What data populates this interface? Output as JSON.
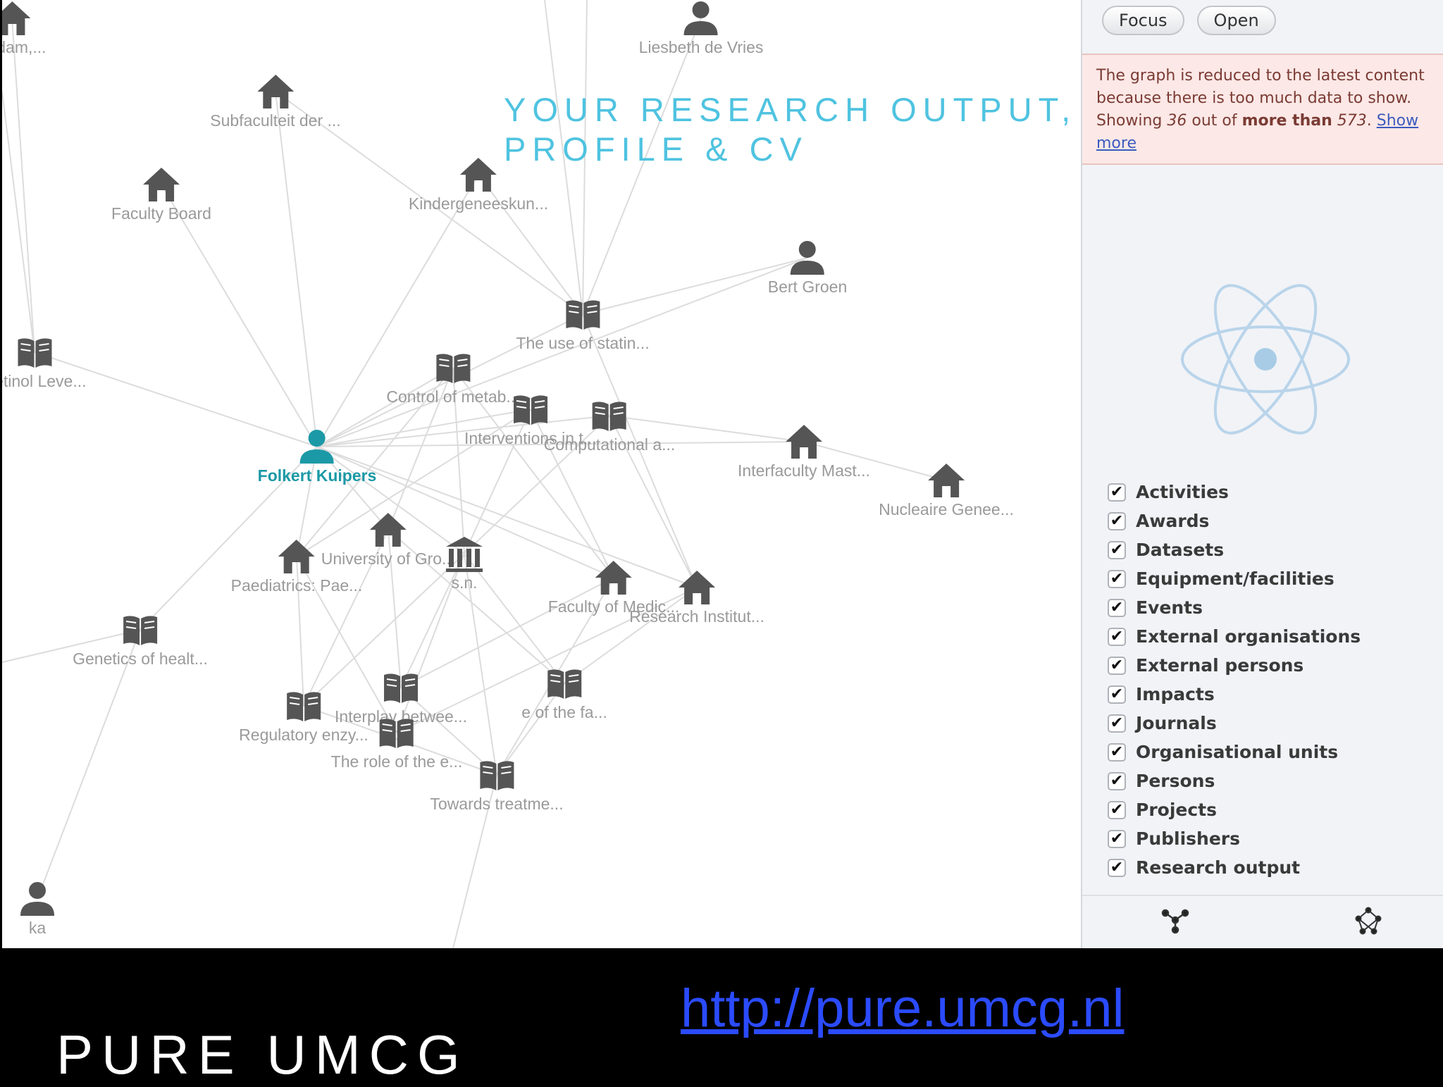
{
  "slide": {
    "title": "YOUR RESEARCH OUTPUT,\nPROFILE & CV",
    "footer_title": "PURE UMCG",
    "footer_link": "http://pure.umcg.nl"
  },
  "panel": {
    "focus_label": "Focus",
    "open_label": "Open",
    "notice": {
      "text_1": "The graph is reduced to the latest content because there is too much data to show. Showing ",
      "shown_count": "36",
      "text_2": " out of ",
      "more_than": "more than",
      "text_3": " ",
      "total_count": "573",
      "text_4": ". ",
      "show_more": "Show more"
    },
    "filters": [
      {
        "label": "Activities",
        "checked": true
      },
      {
        "label": "Awards",
        "checked": true
      },
      {
        "label": "Datasets",
        "checked": true
      },
      {
        "label": "Equipment/facilities",
        "checked": true
      },
      {
        "label": "Events",
        "checked": true
      },
      {
        "label": "External organisations",
        "checked": true
      },
      {
        "label": "External persons",
        "checked": true
      },
      {
        "label": "Impacts",
        "checked": true
      },
      {
        "label": "Journals",
        "checked": true
      },
      {
        "label": "Organisational units",
        "checked": true
      },
      {
        "label": "Persons",
        "checked": true
      },
      {
        "label": "Projects",
        "checked": true
      },
      {
        "label": "Publishers",
        "checked": true
      },
      {
        "label": "Research output",
        "checked": true
      }
    ],
    "check_glyph": "✔"
  },
  "graph": {
    "colors": {
      "edge": "#dcdcdc",
      "node": "#555555",
      "focus": "#1b99a6",
      "accent": "#4fc3e0"
    },
    "nodes": [
      {
        "label": "Folkert Kuipers",
        "kind": "person",
        "focus": true
      },
      {
        "label": "Liesbeth de Vries",
        "kind": "person"
      },
      {
        "label": "Bert Groen",
        "kind": "person"
      },
      {
        "label": "Subfaculteit der ...",
        "kind": "org"
      },
      {
        "label": "Faculty Board",
        "kind": "org"
      },
      {
        "label": "Kindergeneeskun...",
        "kind": "org"
      },
      {
        "label": "Interfaculty Mast...",
        "kind": "org"
      },
      {
        "label": "Nucleaire Genee...",
        "kind": "org"
      },
      {
        "label": "University of Gro...",
        "kind": "org"
      },
      {
        "label": "Paediatrics: Pae...",
        "kind": "org"
      },
      {
        "label": "Faculty of Medic...",
        "kind": "org"
      },
      {
        "label": "Research Institut...",
        "kind": "org"
      },
      {
        "label": "s.n.",
        "kind": "publisher"
      },
      {
        "label": "The use of statin...",
        "kind": "output"
      },
      {
        "label": "Control of metab...",
        "kind": "output"
      },
      {
        "label": "Interventions in t...",
        "kind": "output"
      },
      {
        "label": "Computational a...",
        "kind": "output"
      },
      {
        "label": "Retinol Leve...",
        "kind": "output"
      },
      {
        "label": "Genetics of healt...",
        "kind": "output"
      },
      {
        "label": "Regulatory enzy...",
        "kind": "output"
      },
      {
        "label": "Interplay betwee...",
        "kind": "output"
      },
      {
        "label": "e of the fa...",
        "kind": "output"
      },
      {
        "label": "The role of the e...",
        "kind": "output"
      },
      {
        "label": "Towards treatme...",
        "kind": "output"
      },
      {
        "label": "terdam,...",
        "kind": "org"
      },
      {
        "label": "ka",
        "kind": "person"
      }
    ]
  }
}
